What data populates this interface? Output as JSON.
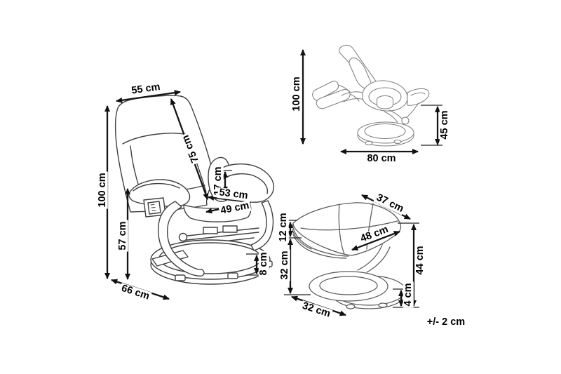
{
  "tolerance_note": "+/- 2 cm",
  "upright_chair": {
    "dims": {
      "headrest_width": "55 cm",
      "total_height": "100 cm",
      "backrest_length": "75 cm",
      "backrest_side_height": "17 cm",
      "seat_depth": "53 cm",
      "seat_width": "49 cm",
      "armrest_height": "57 cm",
      "base_depth": "66 cm",
      "base_height": "8 cm"
    }
  },
  "reclined_chair": {
    "dims": {
      "total_height": "100 cm",
      "seat_height": "45 cm",
      "total_depth": "80 cm"
    }
  },
  "ottoman": {
    "dims": {
      "top_depth": "37 cm",
      "top_width": "48 cm",
      "cushion_thickness": "12 cm",
      "leg_height": "32 cm",
      "total_height": "44 cm",
      "base_height": "4 cm",
      "base_width": "32 cm"
    }
  }
}
